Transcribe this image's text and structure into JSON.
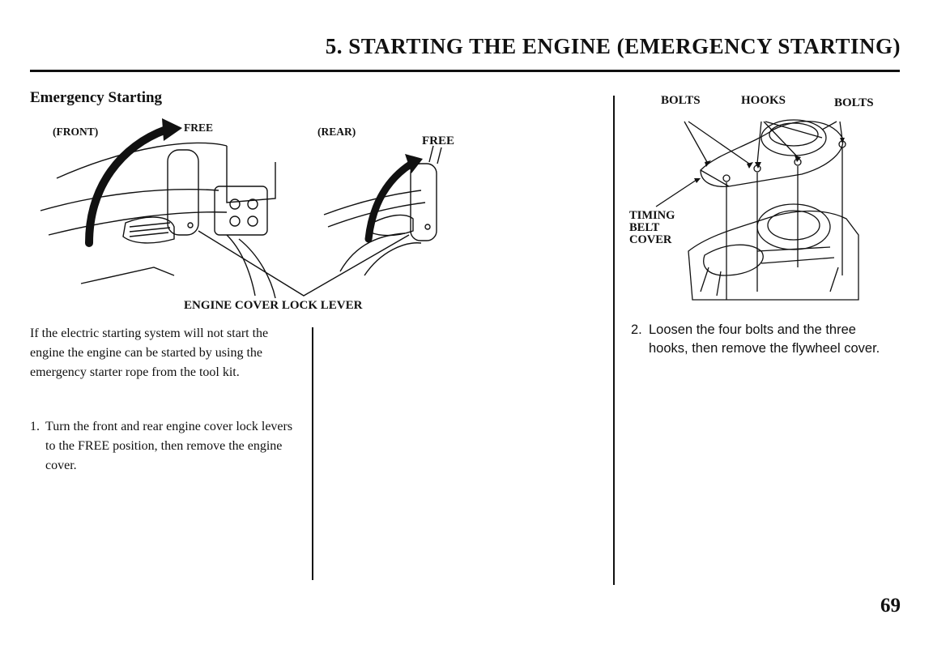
{
  "header": {
    "title": "5. STARTING THE ENGINE (EMERGENCY STARTING)"
  },
  "left": {
    "section_heading": "Emergency Starting",
    "figure": {
      "label_front": "(FRONT)",
      "label_free_front": "FREE",
      "label_rear": "(REAR)",
      "label_free_rear": "FREE",
      "caption": "ENGINE COVER LOCK LEVER"
    },
    "intro_paragraph": "If the electric starting system will not start the engine the engine can be started by using the emergency starter rope from the tool kit.",
    "step1": {
      "number": "1.",
      "text": "Turn the front and rear engine cover lock levers to the FREE position, then remove the engine cover."
    }
  },
  "right": {
    "figure": {
      "label_bolts_left": "BOLTS",
      "label_hooks": "HOOKS",
      "label_bolts_right": "BOLTS",
      "label_timing_belt_cover": "TIMING\nBELT\nCOVER"
    },
    "step2": {
      "number": "2.",
      "text": "Loosen the four bolts and the three hooks, then remove the flywheel cover."
    }
  },
  "footer": {
    "page_number": "69"
  }
}
